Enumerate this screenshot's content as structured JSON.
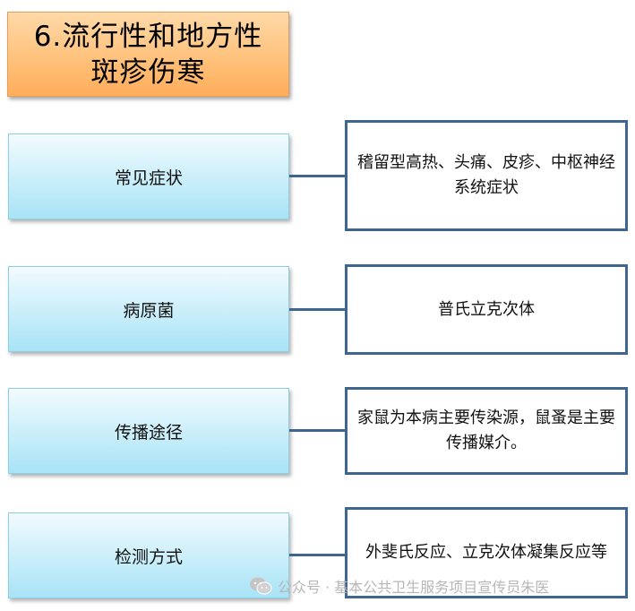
{
  "title": "6.流行性和地方性\n斑疹伤寒",
  "rows": [
    {
      "label": "常见症状",
      "description": "稽留型高热、头痛、皮疹、中枢神经系统症状"
    },
    {
      "label": "病原菌",
      "description": "普氏立克次体"
    },
    {
      "label": "传播途径",
      "description": "家鼠为本病主要传染源，鼠蚤是主要传播媒介。"
    },
    {
      "label": "检测方式",
      "description": "外斐氏反应、立克次体凝集反应等"
    }
  ],
  "watermark": {
    "icon": "wechat-icon",
    "text": "公众号 · 基本公共卫生服务项目宣传员朱医"
  },
  "colors": {
    "title_fill": "#ffc27c",
    "label_fill": "#c9eefa",
    "connector": "#3f6591",
    "description_border": "#3f6591"
  }
}
